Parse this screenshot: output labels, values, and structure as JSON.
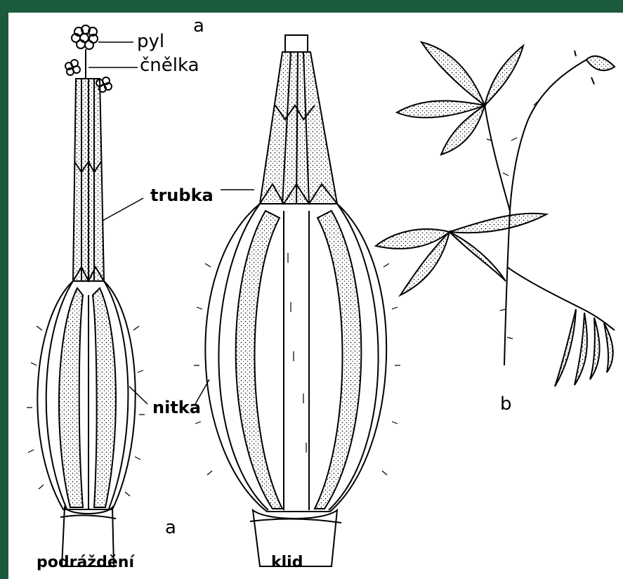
{
  "labels": {
    "a_top": "a",
    "pyl": "pyl",
    "cnelka": "čnělka",
    "trubka": "trubka",
    "nitka": "nitka",
    "a_bottom": "a",
    "b": "b",
    "podrazdeni": "podráždění",
    "klid": "klid"
  },
  "colors": {
    "background": "#1b5a3c",
    "paper": "#ffffff",
    "ink": "#000000"
  }
}
